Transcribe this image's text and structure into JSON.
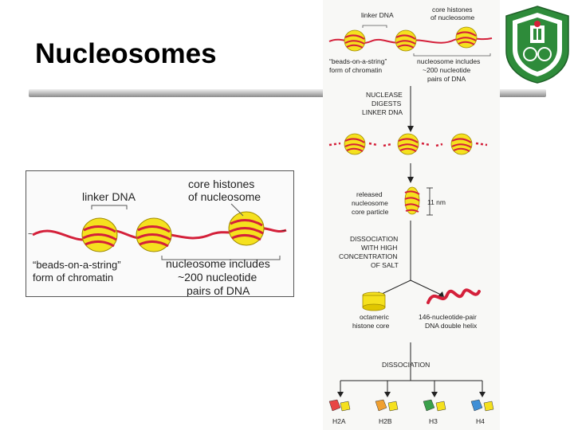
{
  "slide": {
    "title": "Nucleosomes"
  },
  "left_figure": {
    "linker_dna": "linker DNA",
    "core_histones_line1": "core histones",
    "core_histones_line2": "of nucleosome",
    "beads_line1": "“beads-on-a-string”",
    "beads_line2": "form of chromatin",
    "nucleosome_line1": "nucleosome includes",
    "nucleosome_line2": "~200 nucleotide",
    "nucleosome_line3": "pairs of DNA"
  },
  "right_figure": {
    "linker_dna": "linker DNA",
    "core_histones_line1": "core histones",
    "core_histones_line2": "of nucleosome",
    "beads_line1": "“beads-on-a-string”",
    "beads_line2": "form of chromatin",
    "nucleosome_line1": "nucleosome includes",
    "nucleosome_line2": "~200 nucleotide",
    "nucleosome_line3": "pairs of DNA",
    "nuclease_line1": "NUCLEASE",
    "nuclease_line2": "DIGESTS",
    "nuclease_line3": "LINKER DNA",
    "released_line1": "released",
    "released_line2": "nucleosome",
    "released_line3": "core particle",
    "size_label": "11 nm",
    "dissoc_salt_line1": "DISSOCIATION",
    "dissoc_salt_line2": "WITH HIGH",
    "dissoc_salt_line3": "CONCENTRATION",
    "dissoc_salt_line4": "OF SALT",
    "octameric_line1": "octameric",
    "octameric_line2": "histone core",
    "dna_helix_line1": "146-nucleotide-pair",
    "dna_helix_line2": "DNA double helix",
    "dissociation": "DISSOCIATION",
    "histones": [
      "H2A",
      "H2B",
      "H3",
      "H4"
    ]
  },
  "colors": {
    "histone_yellow": "#f5e11e",
    "dna_red": "#d4203a",
    "h2a": "#e84545",
    "h2b": "#f0a030",
    "h3": "#3aa04a",
    "h4": "#3f8fd6",
    "logo_green": "#2e8b3a"
  },
  "icons": [
    "university-logo-icon"
  ]
}
